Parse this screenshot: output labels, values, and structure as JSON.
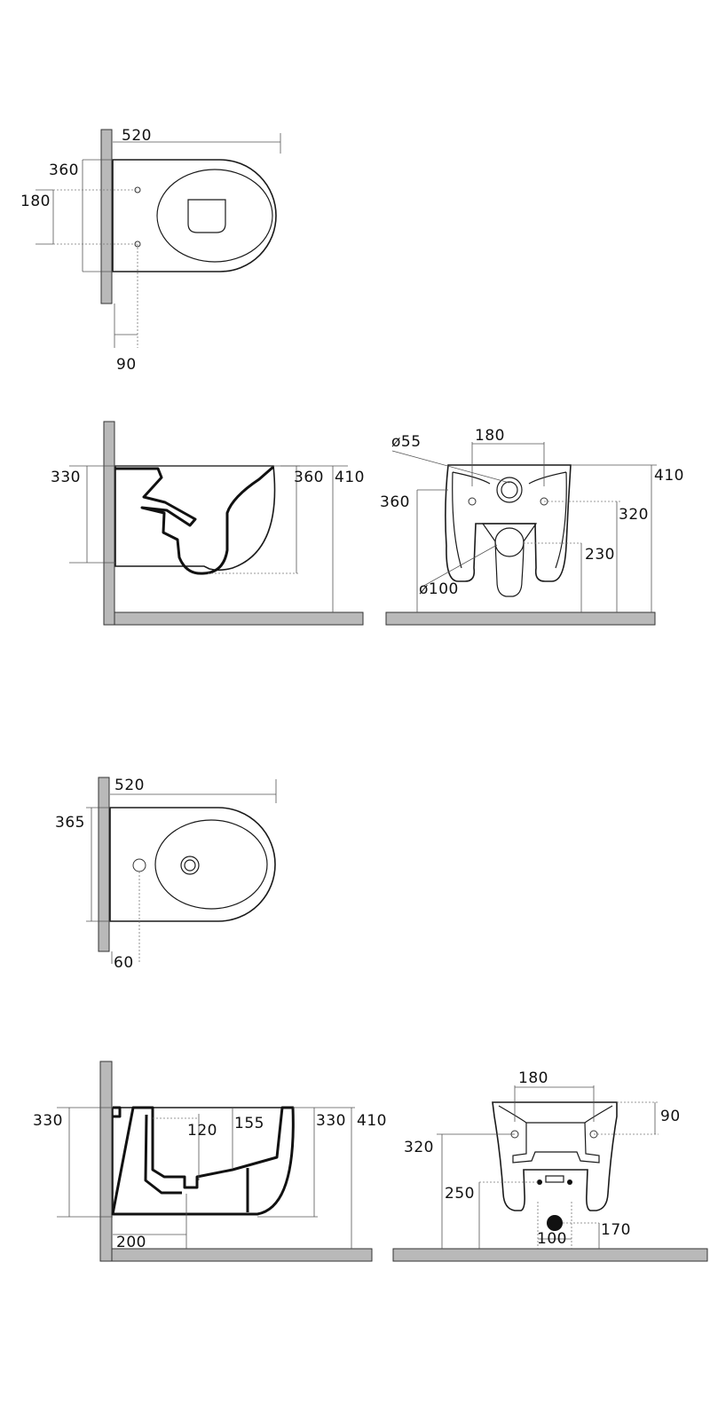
{
  "diagrams": {
    "wc_top": {
      "width": "520",
      "depth": "360",
      "fix_spacing": "180",
      "fix_offset": "90"
    },
    "wc_side": {
      "rim_height": "330",
      "body_height": "360",
      "total_height": "410"
    },
    "wc_back": {
      "inlet_diameter": "ø55",
      "spacing": "180",
      "height_left": "360",
      "total_height": "410",
      "fix_height": "320",
      "outlet_height": "230",
      "outlet_diameter": "ø100"
    },
    "bidet_top": {
      "width": "520",
      "depth": "365",
      "fix_offset": "60"
    },
    "bidet_side": {
      "rim_height": "330",
      "tap_depth": "120",
      "tap_offset": "155",
      "body_height": "330",
      "total_height": "410",
      "outlet_offset": "200"
    },
    "bidet_back": {
      "spacing": "180",
      "top_offset": "90",
      "fix_height": "320",
      "water_height": "250",
      "drain_width": "100",
      "drain_height": "170"
    }
  },
  "colors": {
    "wall": "#b9b9b9",
    "line": "#1a1a1a",
    "background": "#ffffff"
  }
}
